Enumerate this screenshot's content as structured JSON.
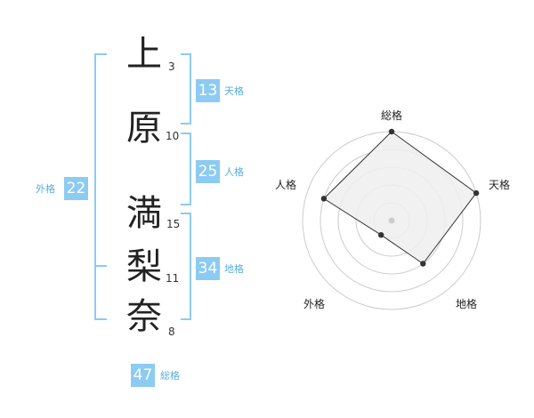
{
  "name": {
    "chars": [
      {
        "char": "上",
        "strokes": "3"
      },
      {
        "char": "原",
        "strokes": "10"
      },
      {
        "char": "満",
        "strokes": "15"
      },
      {
        "char": "梨",
        "strokes": "11"
      },
      {
        "char": "奈",
        "strokes": "8"
      }
    ]
  },
  "fortune": {
    "tenkaku": {
      "value": "13",
      "label": "天格"
    },
    "jinkaku": {
      "value": "25",
      "label": "人格"
    },
    "chikaku": {
      "value": "34",
      "label": "地格"
    },
    "gaikaku": {
      "value": "22",
      "label": "外格"
    },
    "soukaku": {
      "value": "47",
      "label": "総格"
    }
  },
  "radar": {
    "labels": {
      "soukaku": "総格",
      "tenkaku": "天格",
      "chikaku": "地格",
      "gaikaku": "外格",
      "jinkaku": "人格"
    },
    "levels": 5,
    "max": 5,
    "values": {
      "soukaku": 5,
      "tenkaku": 5,
      "chikaku": 3,
      "gaikaku": 1,
      "jinkaku": 4
    },
    "colors": {
      "ring": "#cccccc",
      "fill": "#eeeeee",
      "line": "#333333",
      "dot": "#333333",
      "center": "#cccccc"
    }
  }
}
